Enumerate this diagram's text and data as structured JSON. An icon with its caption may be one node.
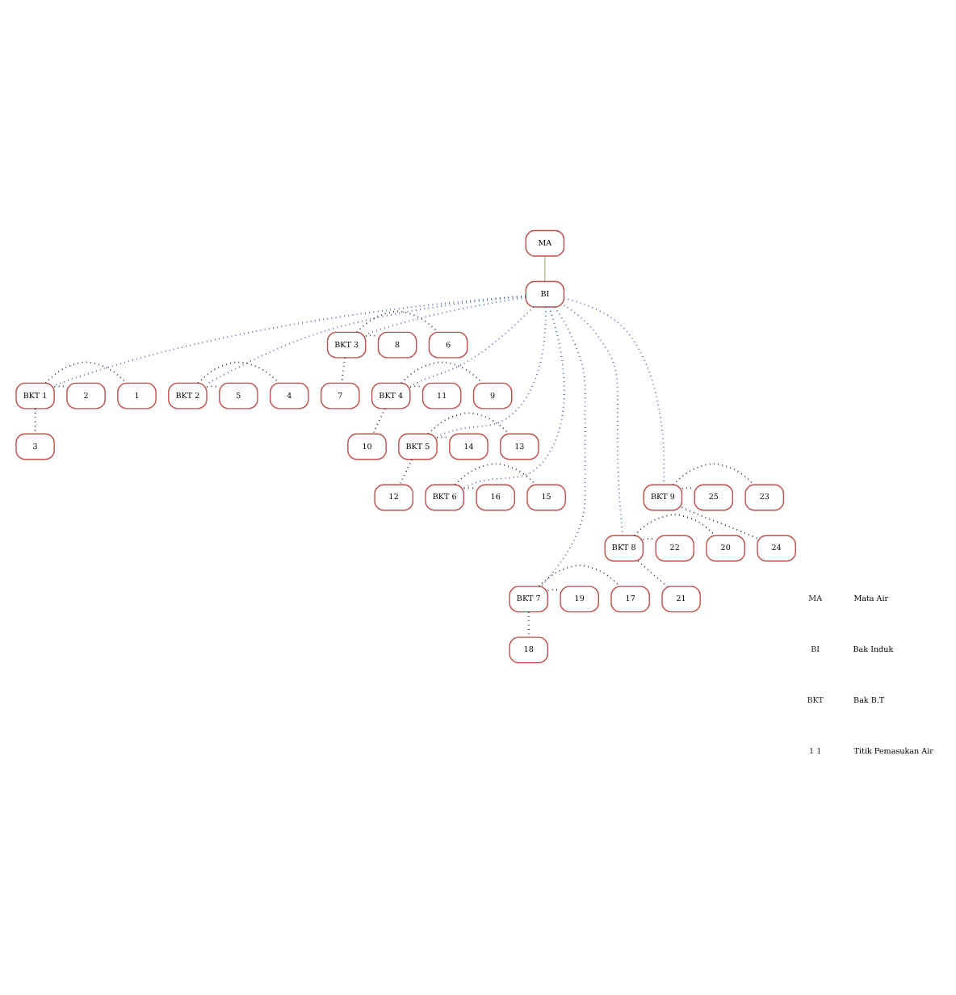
{
  "diagram": {
    "nodes": [
      {
        "text": [
          "MA"
        ]
      },
      {
        "text": [
          "BI"
        ]
      },
      {
        "text": [
          "BKT 1"
        ]
      },
      {
        "text": [
          "1"
        ]
      },
      {
        "text": [
          "2"
        ]
      },
      {
        "text": [
          "3"
        ]
      },
      {
        "text": [
          "BKT 2"
        ]
      },
      {
        "text": [
          "4"
        ]
      },
      {
        "text": [
          "5"
        ]
      },
      {
        "text": [
          "BKT 3"
        ]
      },
      {
        "text": [
          "6"
        ]
      },
      {
        "text": [
          "8"
        ]
      },
      {
        "text": [
          "7"
        ]
      },
      {
        "text": [
          "BKT 4"
        ]
      },
      {
        "text": [
          "9"
        ]
      },
      {
        "text": [
          "11"
        ]
      },
      {
        "text": [
          "10"
        ]
      },
      {
        "text": [
          "BKT 5"
        ]
      },
      {
        "text": [
          "13"
        ]
      },
      {
        "text": [
          "14"
        ]
      },
      {
        "text": [
          "12"
        ]
      },
      {
        "text": [
          "BKT 6"
        ]
      },
      {
        "text": [
          "15"
        ]
      },
      {
        "text": [
          "16"
        ]
      },
      {
        "text": [
          "BKT 7"
        ]
      },
      {
        "text": [
          "17"
        ]
      },
      {
        "text": [
          "19"
        ]
      },
      {
        "text": [
          "18"
        ]
      },
      {
        "text": [
          "BKT 8"
        ]
      },
      {
        "text": [
          "20"
        ]
      },
      {
        "text": [
          "22"
        ]
      },
      {
        "text": [
          "21"
        ]
      },
      {
        "text": [
          "BKT 9"
        ]
      },
      {
        "text": [
          "23"
        ]
      },
      {
        "text": [
          "25"
        ]
      },
      {
        "text": [
          "24"
        ]
      }
    ],
    "edges": [
      {
        "from": 0,
        "to": 1,
        "arrow": "none",
        "color": "#8a8a4a"
      },
      {
        "from": 1,
        "to": 2,
        "arrow": "none",
        "style": "dashed",
        "color": "#3b5ea8"
      },
      {
        "from": 1,
        "to": 6,
        "arrow": "none",
        "style": "dashed",
        "color": "#3b5ea8"
      },
      {
        "from": 1,
        "to": 9,
        "arrow": "none",
        "style": "dashed",
        "color": "#3b5ea8"
      },
      {
        "from": 1,
        "to": 13,
        "arrow": "none",
        "style": "dashed",
        "color": "#3b5ea8"
      },
      {
        "from": 1,
        "to": 17,
        "arrow": "none",
        "style": "dashed",
        "color": "#3b5ea8"
      },
      {
        "from": 1,
        "to": 21,
        "arrow": "none",
        "style": "dashed",
        "color": "#3b5ea8"
      },
      {
        "from": 1,
        "to": 24,
        "arrow": "none",
        "style": "dashed",
        "color": "#3b5ea8"
      },
      {
        "from": 1,
        "to": 28,
        "arrow": "none",
        "style": "dashed",
        "color": "#3b5ea8"
      },
      {
        "from": 1,
        "to": 32,
        "arrow": "none",
        "style": "dashed",
        "color": "#3b5ea8"
      },
      {
        "from": 2,
        "to": 3,
        "arrow": "none",
        "style": "dashed"
      },
      {
        "from": 2,
        "to": 4,
        "arrow": "none",
        "style": "dashed"
      },
      {
        "from": 2,
        "to": 5,
        "arrow": "none",
        "style": "dashed"
      },
      {
        "from": 6,
        "to": 7,
        "arrow": "none",
        "style": "dashed"
      },
      {
        "from": 6,
        "to": 8,
        "arrow": "none",
        "style": "dashed"
      },
      {
        "from": 9,
        "to": 10,
        "arrow": "none",
        "style": "dashed"
      },
      {
        "from": 9,
        "to": 11,
        "arrow": "none",
        "style": "dashed"
      },
      {
        "from": 9,
        "to": 12,
        "arrow": "none",
        "style": "dashed"
      },
      {
        "from": 13,
        "to": 14,
        "arrow": "none",
        "style": "dashed"
      },
      {
        "from": 13,
        "to": 15,
        "arrow": "none",
        "style": "dashed"
      },
      {
        "from": 13,
        "to": 16,
        "arrow": "none",
        "style": "dashed"
      },
      {
        "from": 17,
        "to": 18,
        "arrow": "none",
        "style": "dashed"
      },
      {
        "from": 17,
        "to": 19,
        "arrow": "none",
        "style": "dashed"
      },
      {
        "from": 17,
        "to": 20,
        "arrow": "none",
        "style": "dashed"
      },
      {
        "from": 21,
        "to": 22,
        "arrow": "none",
        "style": "dashed"
      },
      {
        "from": 21,
        "to": 23,
        "arrow": "none",
        "style": "dashed"
      },
      {
        "from": 24,
        "to": 25,
        "arrow": "none",
        "style": "dashed"
      },
      {
        "from": 24,
        "to": 26,
        "arrow": "none",
        "style": "dashed"
      },
      {
        "from": 24,
        "to": 27,
        "arrow": "none",
        "style": "dashed"
      },
      {
        "from": 28,
        "to": 29,
        "arrow": "none",
        "style": "dashed"
      },
      {
        "from": 28,
        "to": 30,
        "arrow": "none",
        "style": "dashed"
      },
      {
        "from": 28,
        "to": 31,
        "arrow": "none",
        "style": "dashed"
      },
      {
        "from": 32,
        "to": 33,
        "arrow": "none",
        "style": "dashed"
      },
      {
        "from": 32,
        "to": 34,
        "arrow": "none",
        "style": "dashed"
      },
      {
        "from": 32,
        "to": 35,
        "arrow": "none",
        "style": "dashed"
      }
    ],
    "labels": [
      "MA",
      "Mata Air",
      "BI",
      "Bak Induk",
      "BKT",
      "Bak B.T",
      "1 1",
      "Titik Pemasukan Air"
    ]
  }
}
